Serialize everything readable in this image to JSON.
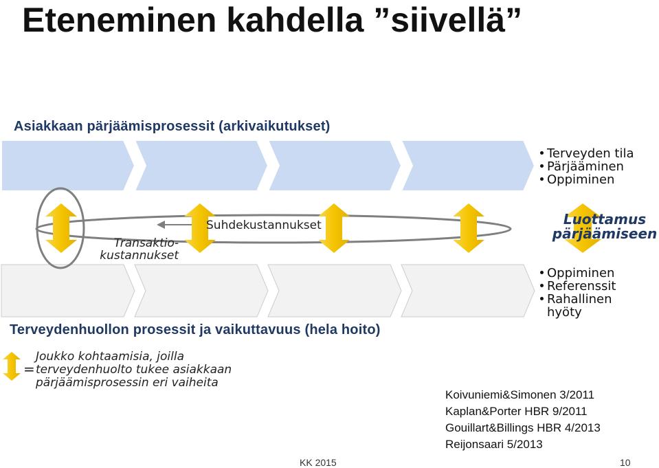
{
  "title": "Eteneminen kahdella ”siivellä”",
  "top_process": {
    "heading": "Asiakkaan pärjäämisprosessit  (arkivaikutukset)",
    "bullets": [
      "Terveyden tila",
      "Pärjääminen",
      "Oppiminen"
    ],
    "fill_color": "#c9daf2"
  },
  "bottom_process": {
    "heading": "Terveydenhuollon prosessit ja vaikuttavuus (hela hoito)",
    "bullets": [
      "Oppiminen",
      "Referenssit",
      "Rahallinen",
      "hyöty"
    ],
    "fill_color": "#f2f2f2"
  },
  "labels": {
    "transaction_line1": "Transaktio-",
    "transaction_line2": "kustannukset",
    "relationship": "Suhdekustannukset",
    "trust_line1": "Luottamus",
    "trust_line2": "pärjäämiseen"
  },
  "legend": {
    "equals": "=",
    "line1": "Joukko kohtaamisia, joilla",
    "line2": "terveydenhuolto tukee asiakkaan",
    "line3": "pärjäämisprosessin eri vaiheita"
  },
  "references": [
    "Koivuniemi&Simonen 3/2011",
    "Kaplan&Porter HBR 9/2011",
    "Gouillart&Billings HBR 4/2013",
    "Reijonsaari 5/2013"
  ],
  "footer": {
    "label": "KK 2015",
    "page": "10"
  },
  "colors": {
    "arrow": "#f5c400",
    "heading": "#1f3864"
  }
}
